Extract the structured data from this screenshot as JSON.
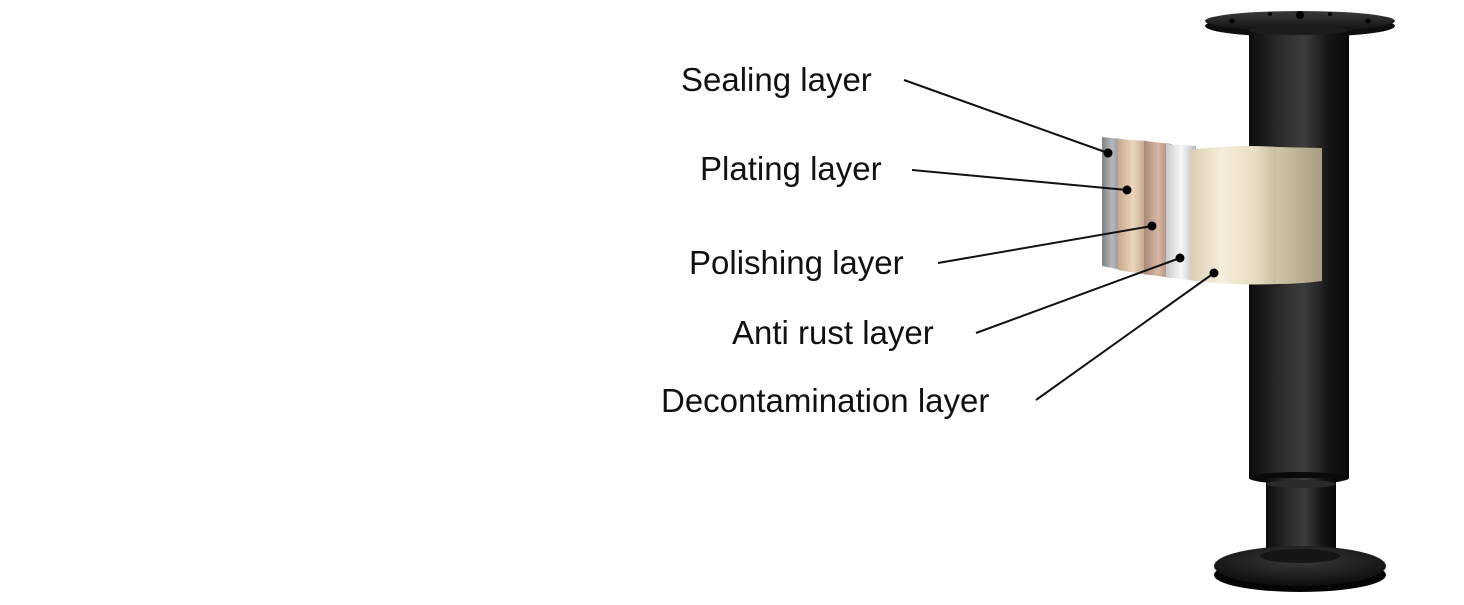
{
  "callouts": [
    {
      "id": "sealing",
      "label": "Sealing layer"
    },
    {
      "id": "plating",
      "label": "Plating layer"
    },
    {
      "id": "polishing",
      "label": "Polishing layer"
    },
    {
      "id": "antirust",
      "label": "Anti rust layer"
    },
    {
      "id": "decontamination",
      "label": "Decontamination layer"
    }
  ],
  "colors": {
    "text": "#111111",
    "leader_line": "#111111",
    "leg_body": "#141414",
    "leg_highlight": "#3a3a3a",
    "sealing_strip": "#9a9ca0",
    "plating_strip": "#e2c8ac",
    "polishing_strip": "#c9a88f",
    "antirust_strip": "#e9e9ec",
    "decontamination_strip": "#efe6cf"
  }
}
